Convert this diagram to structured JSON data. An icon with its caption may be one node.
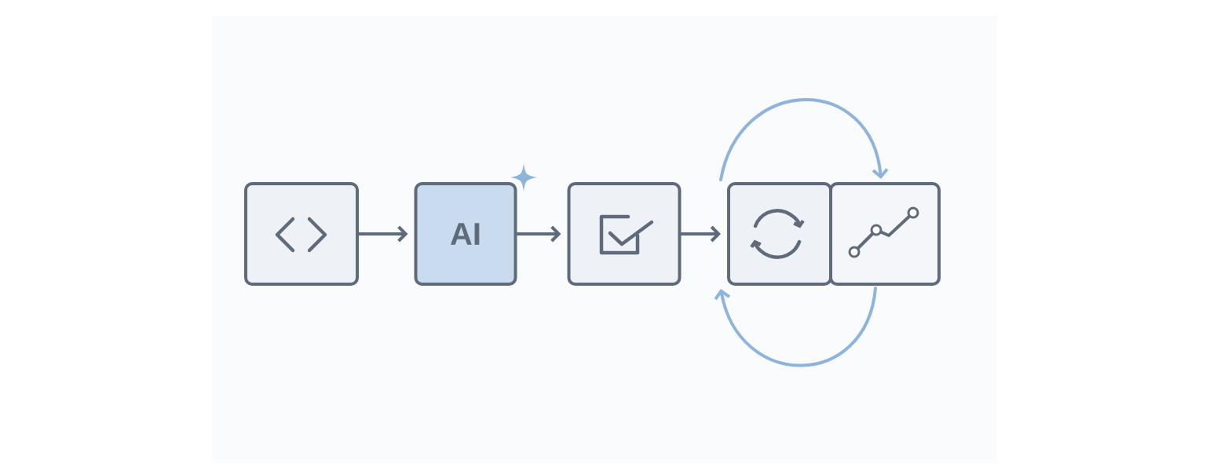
{
  "diagram": {
    "nodes": [
      {
        "text": [],
        "shape": "box"
      },
      {
        "text": [
          "AI"
        ]
      },
      {
        "text": [],
        "shape": "box"
      },
      {
        "text": [],
        "shape": "box"
      },
      {
        "text": [],
        "shape": "box"
      }
    ],
    "edges": [
      {
        "from": 0,
        "to": 1,
        "arrow": "to"
      },
      {
        "from": 1,
        "to": 2,
        "arrow": "to"
      },
      {
        "from": 2,
        "to": 3,
        "arrow": "to"
      },
      {
        "from": 3,
        "to": 4,
        "arrow": "to",
        "color": "#8fb4dc"
      },
      {
        "from": 4,
        "to": 3,
        "arrow": "to",
        "color": "#8fb4dc"
      }
    ]
  }
}
